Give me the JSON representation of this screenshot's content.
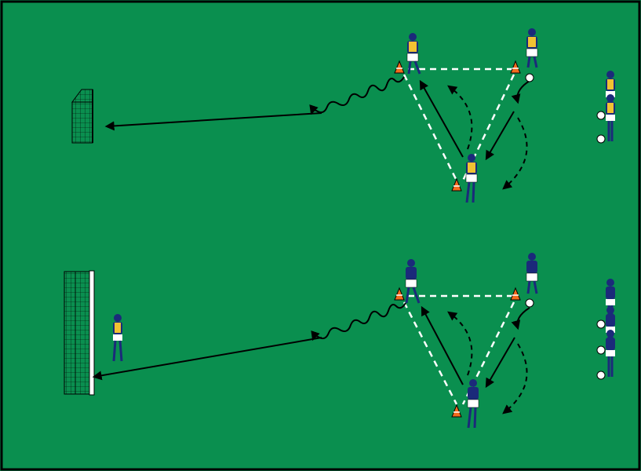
{
  "diagram": {
    "colors": {
      "pitch": "#0a8f4f",
      "border": "#000000",
      "team_blue": "#1b2a7a",
      "bib_yellow": "#f1c232",
      "shorts": "#ffffff",
      "cone": "#f26b1d",
      "line_solid": "#000000",
      "line_dashed_white": "#ffffff",
      "line_dashed_black": "#000000",
      "goal_net": "#ffffff",
      "ball": "#ffffff"
    },
    "drills": [
      {
        "id": "top",
        "goal": "small-goal",
        "goalkeeper": false,
        "players": [
          {
            "role": "attacker-left",
            "bib": true
          },
          {
            "role": "passer-right",
            "bib": true
          },
          {
            "role": "receiver-bottom",
            "bib": true
          }
        ],
        "queue": {
          "players": 2,
          "balls": 2,
          "bibs": true
        },
        "cones": 3
      },
      {
        "id": "bottom",
        "goal": "full-goal",
        "goalkeeper": true,
        "players": [
          {
            "role": "attacker-left",
            "bib": false
          },
          {
            "role": "passer-right",
            "bib": false
          },
          {
            "role": "receiver-bottom",
            "bib": false
          }
        ],
        "queue": {
          "players": 3,
          "balls": 3,
          "bibs": false
        },
        "cones": 3
      }
    ]
  }
}
